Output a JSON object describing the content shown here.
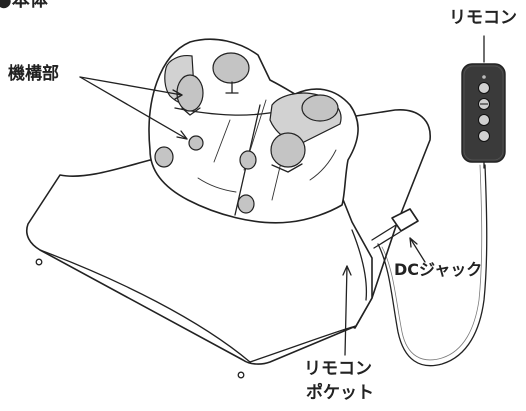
{
  "title": "●本体",
  "labels": {
    "mechanism": "機構部",
    "remote": "リモコン",
    "dc_jack": "DCジャック",
    "remote_pocket_line1": "リモコン",
    "remote_pocket_line2": "ポケット"
  },
  "colors": {
    "line": "#222222",
    "node_gray": "#c4c4c4",
    "remote_body": "#3a3a3a",
    "background": "#ffffff"
  }
}
